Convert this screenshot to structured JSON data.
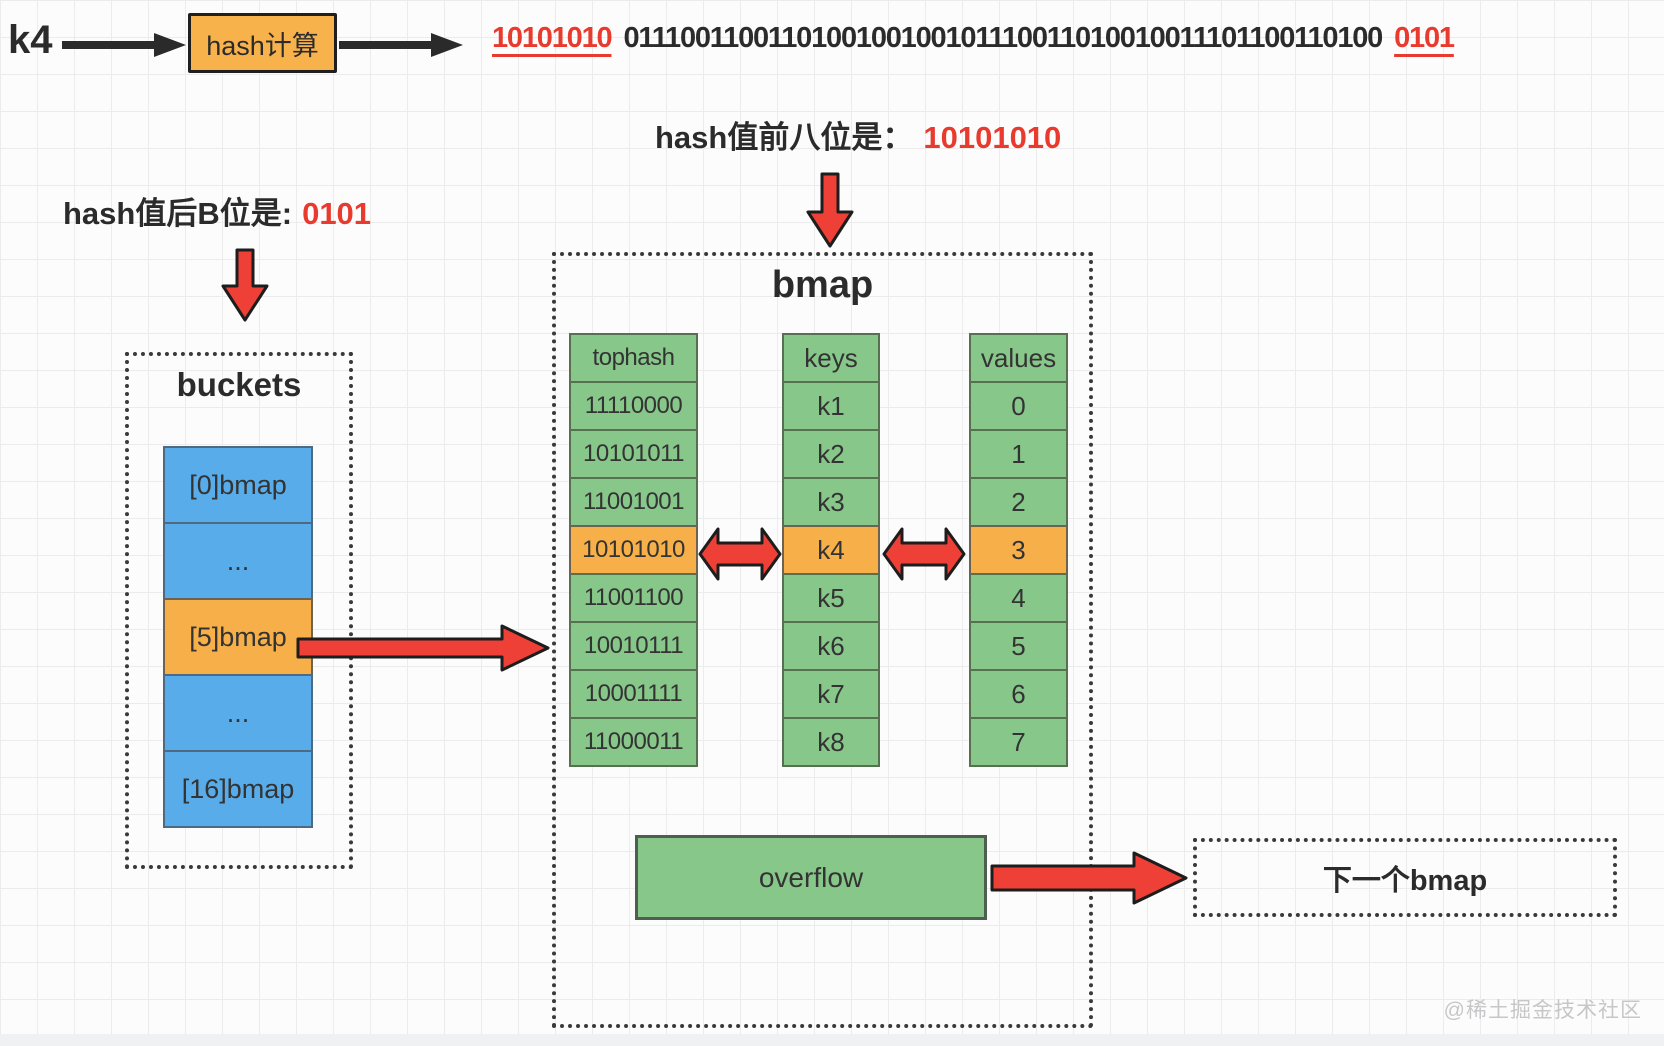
{
  "top_flow": {
    "key_label": "k4",
    "hash_box_label": "hash计算",
    "hash_prefix": "10101010",
    "hash_middle": "0111001100110100100100101110011010010011101100110100",
    "hash_suffix": "0101"
  },
  "annotations": {
    "front_bits_label": "hash值前八位是：",
    "front_bits_value": "10101010",
    "back_bits_label": "hash值后B位是:",
    "back_bits_value": "0101"
  },
  "buckets": {
    "title": "buckets",
    "cells": [
      {
        "label": "[0]bmap",
        "highlight": false
      },
      {
        "label": "...",
        "highlight": false
      },
      {
        "label": "[5]bmap",
        "highlight": true
      },
      {
        "label": "...",
        "highlight": false
      },
      {
        "label": "[16]bmap",
        "highlight": false
      }
    ]
  },
  "bmap": {
    "title": "bmap",
    "highlight_row_index": 3,
    "columns": [
      {
        "header": "tophash",
        "cells": [
          "11110000",
          "10101011",
          "11001001",
          "10101010",
          "11001100",
          "10010111",
          "10001111",
          "11000011"
        ]
      },
      {
        "header": "keys",
        "cells": [
          "k1",
          "k2",
          "k3",
          "k4",
          "k5",
          "k6",
          "k7",
          "k8"
        ]
      },
      {
        "header": "values",
        "cells": [
          "0",
          "1",
          "2",
          "3",
          "4",
          "5",
          "6",
          "7"
        ]
      }
    ],
    "overflow_label": "overflow"
  },
  "next_bmap_label": "下一个bmap",
  "watermark": "@稀土掘金技术社区",
  "icons": {
    "black_right_arrow": "arrow-right-icon",
    "red_down_arrow": "arrow-down-icon",
    "red_right_arrow": "arrow-right-icon",
    "red_double_arrow": "arrow-left-right-icon"
  },
  "colors": {
    "orange": "#f7b049",
    "blue": "#58ace9",
    "green": "#87c78a",
    "red_arrow": "#ee4036",
    "red_text": "#e83a2d",
    "dark_text": "#2b2b2b",
    "grid_line": "#ececec"
  }
}
